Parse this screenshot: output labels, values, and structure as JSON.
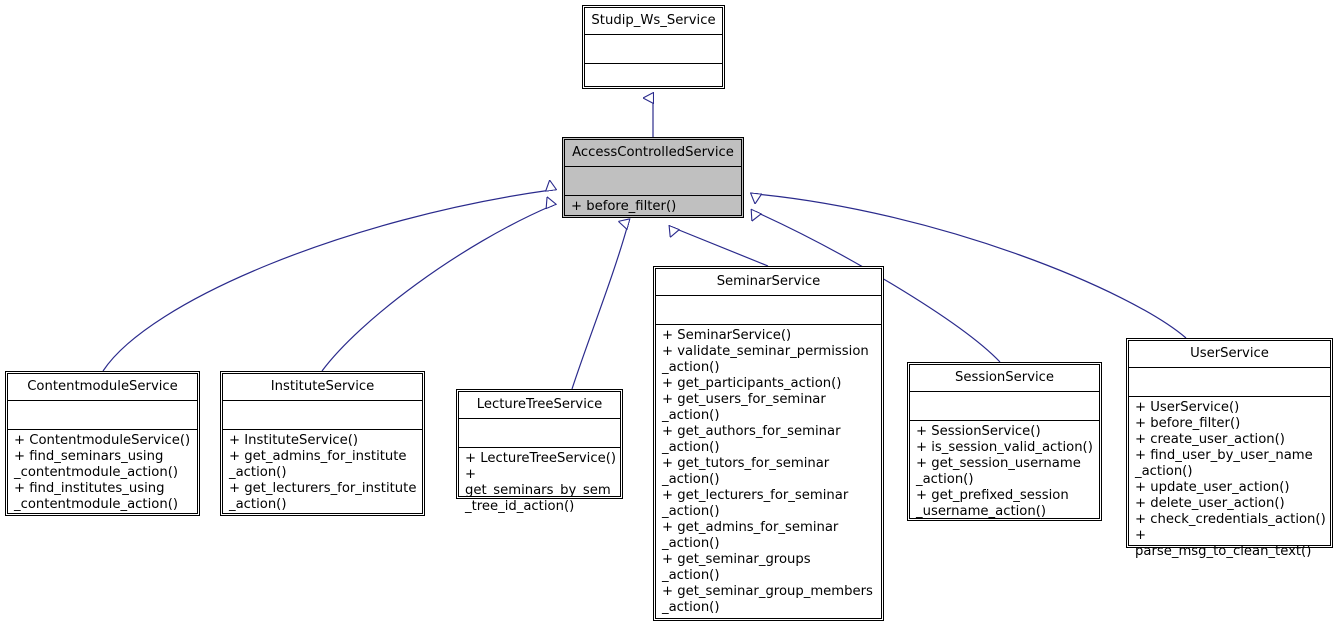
{
  "diagram": {
    "title": "Studip_Ws_Service inheritance diagram",
    "type": "uml-class-diagram",
    "edge_color": "#2a2a8c",
    "highlight_color": "#c0c0c0",
    "border_color": "#000000",
    "background": "#ffffff",
    "relationship": "generalization"
  },
  "classes": {
    "studip_ws_service": {
      "name": "Studip_Ws_Service",
      "attributes": [],
      "operations": []
    },
    "access_controlled_service": {
      "name": "AccessControlledService",
      "attributes": [],
      "operations": [
        "+ before_filter()"
      ]
    },
    "contentmodule_service": {
      "name": "ContentmoduleService",
      "attributes": [],
      "operations": [
        "+ ContentmoduleService()",
        "+ find_seminars_using\n_contentmodule_action()",
        "+ find_institutes_using\n_contentmodule_action()"
      ]
    },
    "institute_service": {
      "name": "InstituteService",
      "attributes": [],
      "operations": [
        "+ InstituteService()",
        "+ get_admins_for_institute\n_action()",
        "+ get_lecturers_for_institute\n_action()"
      ]
    },
    "lecture_tree_service": {
      "name": "LectureTreeService",
      "attributes": [],
      "operations": [
        "+ LectureTreeService()",
        "+ get_seminars_by_sem\n_tree_id_action()"
      ]
    },
    "seminar_service": {
      "name": "SeminarService",
      "attributes": [],
      "operations": [
        "+ SeminarService()",
        "+ validate_seminar_permission\n_action()",
        "+ get_participants_action()",
        "+ get_users_for_seminar\n_action()",
        "+ get_authors_for_seminar\n_action()",
        "+ get_tutors_for_seminar\n_action()",
        "+ get_lecturers_for_seminar\n_action()",
        "+ get_admins_for_seminar\n_action()",
        "+ get_seminar_groups\n_action()",
        "+ get_seminar_group_members\n_action()"
      ]
    },
    "session_service": {
      "name": "SessionService",
      "attributes": [],
      "operations": [
        "+ SessionService()",
        "+ is_session_valid_action()",
        "+ get_session_username\n_action()",
        "+ get_prefixed_session\n_username_action()"
      ]
    },
    "user_service": {
      "name": "UserService",
      "attributes": [],
      "operations": [
        "+ UserService()",
        "+ before_filter()",
        "+ create_user_action()",
        "+ find_user_by_user_name\n_action()",
        "+ update_user_action()",
        "+ delete_user_action()",
        "+ check_credentials_action()",
        "+ parse_msg_to_clean_text()"
      ]
    }
  }
}
